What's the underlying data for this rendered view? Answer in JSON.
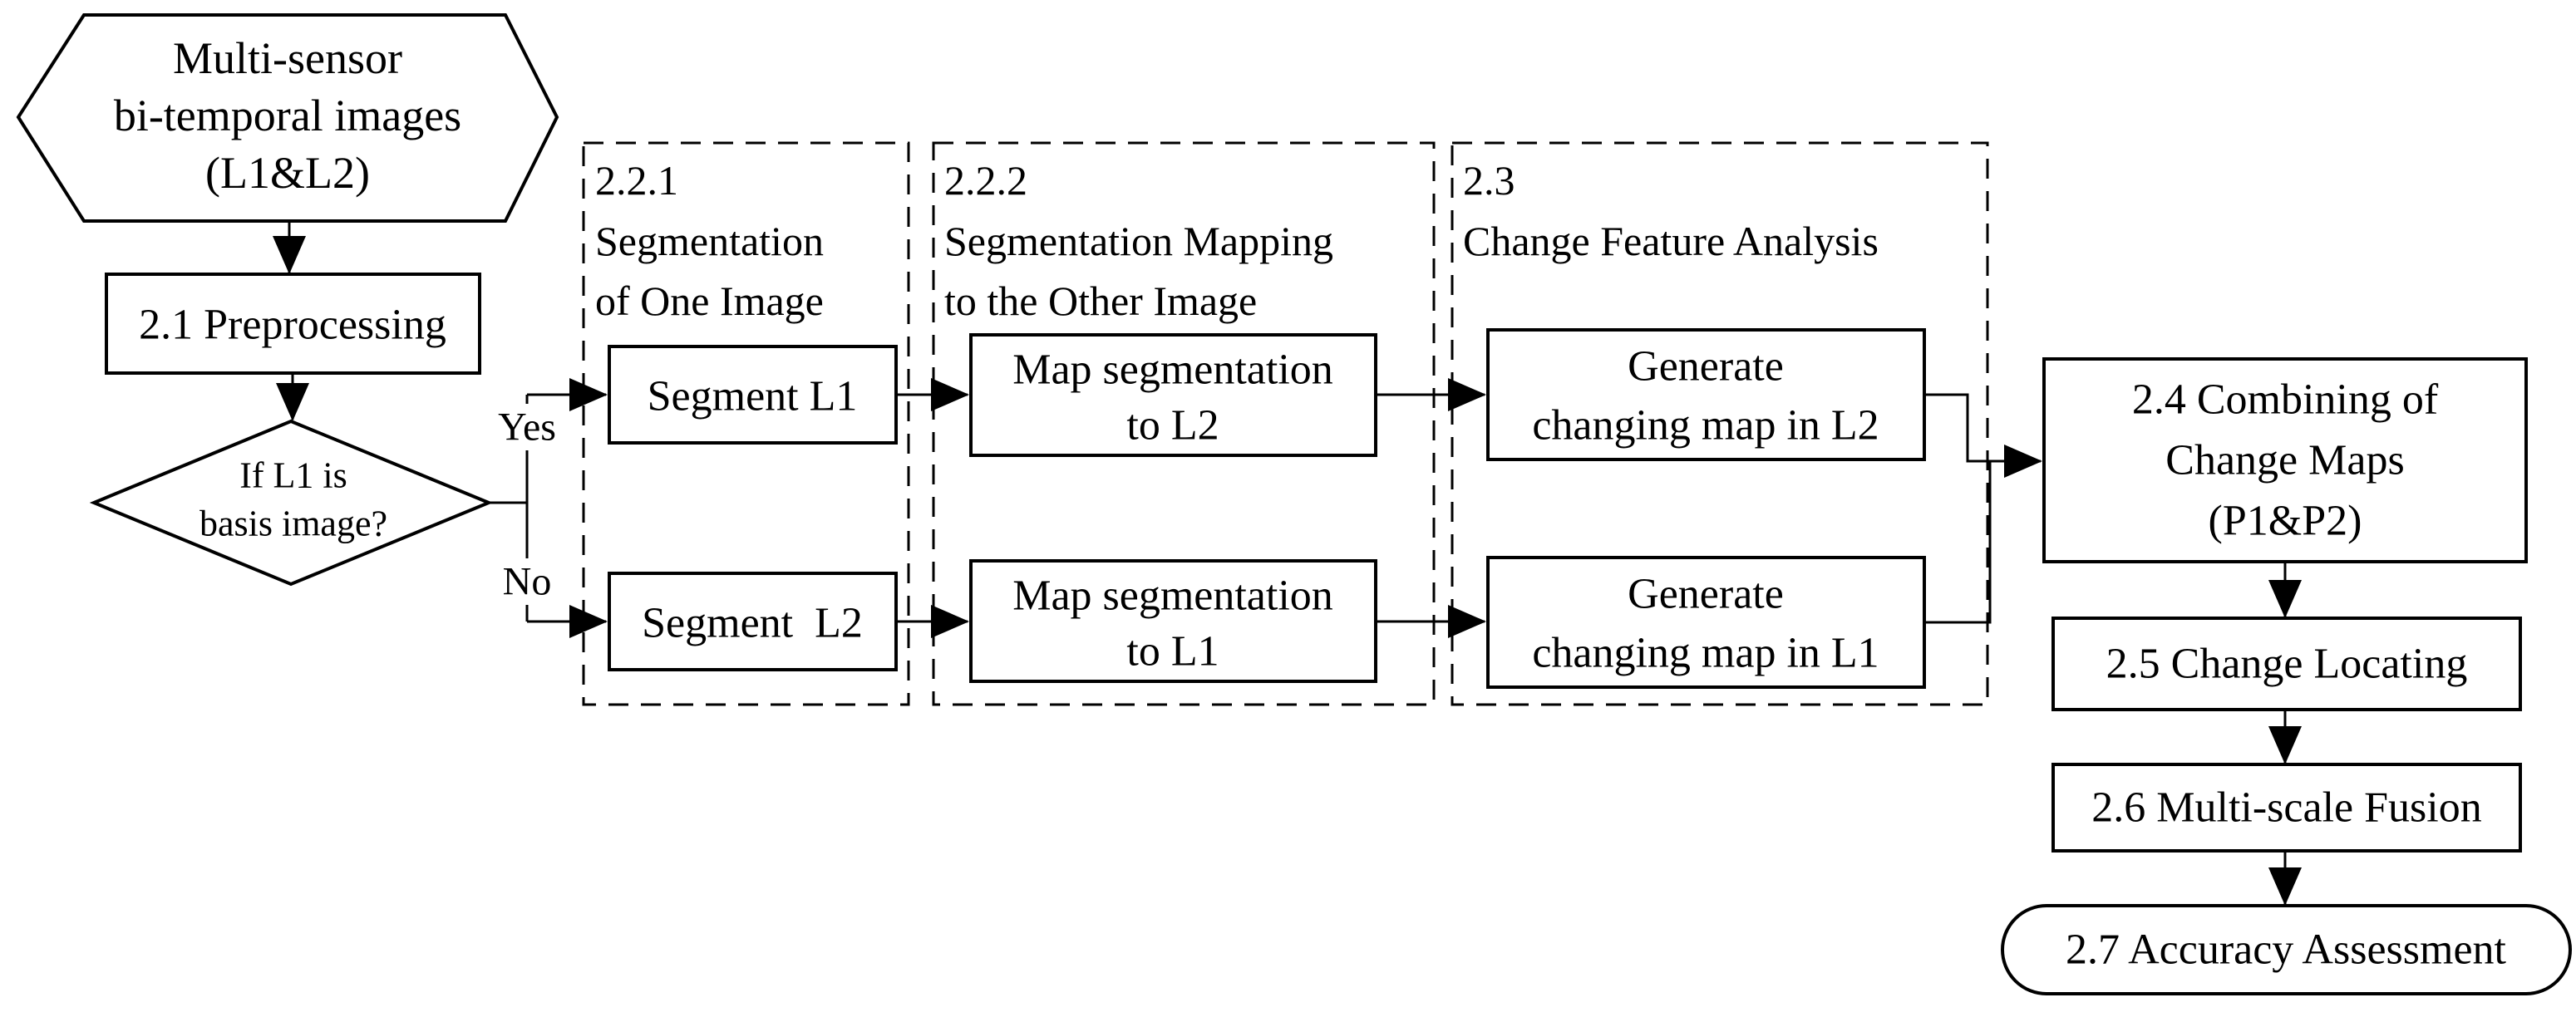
{
  "colors": {
    "ink": "#000000",
    "background": "#ffffff"
  },
  "nodes": {
    "input": {
      "lines": [
        "Multi-sensor",
        "bi-temporal images",
        "(L1&L2)"
      ]
    },
    "preprocessing": {
      "label": "2.1 Preprocessing"
    },
    "decision": {
      "lines": [
        "If L1 is",
        "basis image?"
      ]
    },
    "branch_yes": "Yes",
    "branch_no": "No",
    "segment_l1": {
      "label": "Segment L1"
    },
    "segment_l2": {
      "label": "Segment  L2"
    },
    "map_to_l2": {
      "lines": [
        "Map segmentation",
        "to L2"
      ]
    },
    "map_to_l1": {
      "lines": [
        "Map segmentation",
        "to L1"
      ]
    },
    "generate_l2": {
      "lines": [
        "Generate",
        "changing map in L2"
      ]
    },
    "generate_l1": {
      "lines": [
        "Generate",
        "changing map in L1"
      ]
    },
    "combine": {
      "lines": [
        "2.4 Combining of",
        "Change Maps",
        "(P1&P2)"
      ]
    },
    "locating": {
      "label": "2.5 Change Locating"
    },
    "fusion": {
      "label": "2.6 Multi-scale Fusion"
    },
    "accuracy": {
      "label": "2.7 Accuracy Assessment"
    }
  },
  "groups": {
    "segmentation": {
      "lines": [
        "2.2.1",
        "Segmentation",
        "of One Image"
      ]
    },
    "mapping": {
      "lines": [
        "2.2.2",
        "Segmentation Mapping",
        "to the Other Image"
      ]
    },
    "analysis": {
      "lines": [
        "2.3",
        "Change Feature Analysis"
      ]
    }
  }
}
